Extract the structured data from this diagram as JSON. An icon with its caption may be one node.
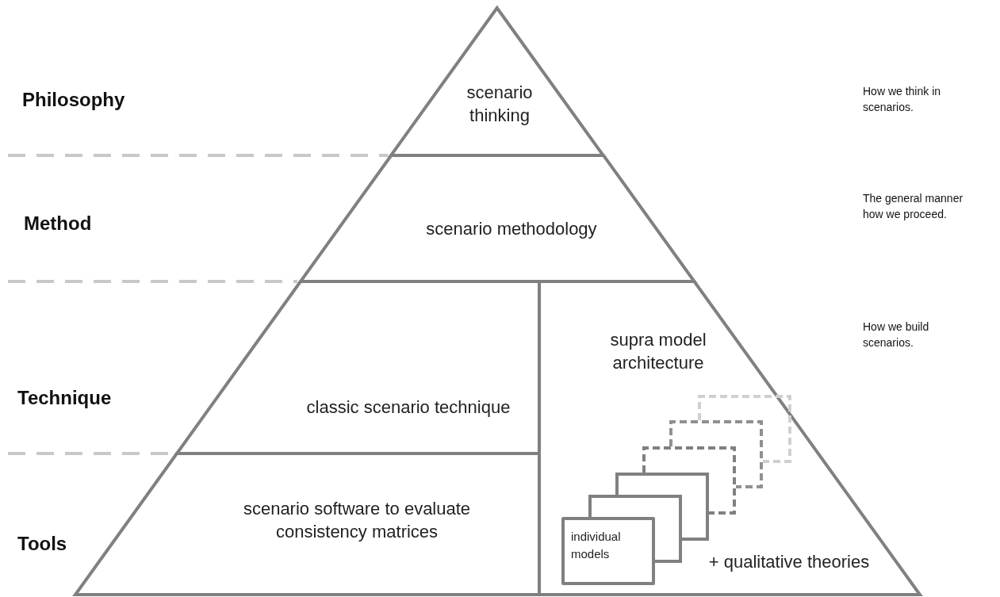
{
  "diagram": {
    "nodes": [
      {
        "text": [
          "scenario thinking"
        ]
      },
      {
        "text": [
          "scenario methodology"
        ]
      },
      {
        "text": [
          "classic scenario technique"
        ]
      },
      {
        "text": [
          "supra model architecture",
          "+ qualitative theories"
        ]
      },
      {
        "text": [
          "scenario software to evaluate consistency matrices"
        ]
      },
      {
        "text": [
          "individual models"
        ],
        "in": 3
      },
      {
        "text": [],
        "shape": "box",
        "in": 3
      },
      {
        "text": [],
        "shape": "box",
        "in": 3
      },
      {
        "text": [],
        "shape": "box",
        "in": 3
      },
      {
        "text": [],
        "shape": "box",
        "in": 3
      },
      {
        "text": [],
        "shape": "box",
        "in": 3
      }
    ],
    "edges": [],
    "labels": [
      "Philosophy",
      "How we think in scenarios.",
      "Method",
      "The general manner how we proceed.",
      "Technique",
      "How we build scenarios.",
      "Tools"
    ]
  }
}
